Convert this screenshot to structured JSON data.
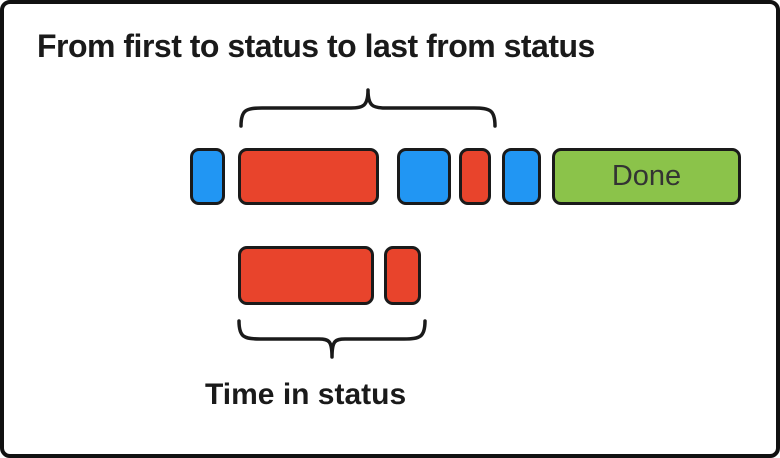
{
  "title": "From first to status to last from status",
  "caption": "Time in status",
  "done_label": "Done",
  "colors": {
    "blue": "#2196F3",
    "red": "#E8442C",
    "green": "#8BC34A",
    "outline": "#1a1a1a",
    "text": "#1a1a1a",
    "done_text": "#333333"
  },
  "diagram": {
    "type": "status-timeline-illustration",
    "row1_blocks": [
      "blue",
      "red-wide",
      "blue",
      "red-narrow",
      "blue",
      "green-done"
    ],
    "row2_blocks": [
      "red-wide",
      "red-narrow"
    ],
    "top_brace_spans": "row1 blocks 2-4 (first to status through last from status)",
    "bottom_brace_spans": "row2 blocks (time in status)"
  }
}
